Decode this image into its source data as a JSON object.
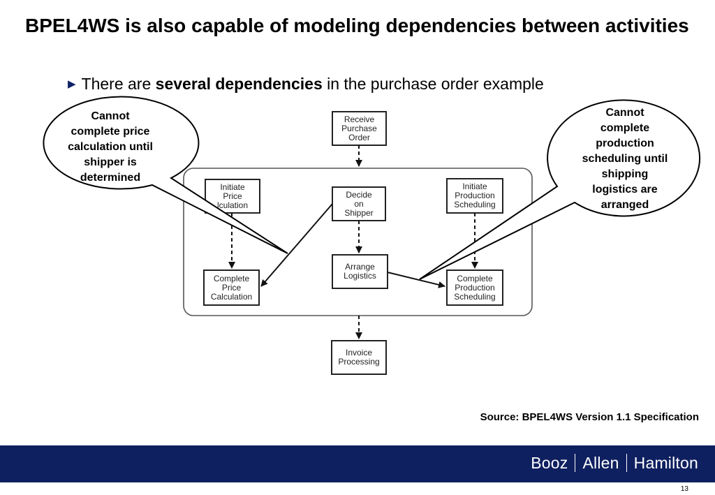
{
  "slide": {
    "title": "BPEL4WS is also capable of modeling dependencies between activities",
    "bullet": {
      "pre": "There are ",
      "bold": "several dependencies",
      "post": " in the purchase order example"
    },
    "source": "Source: BPEL4WS Version 1.1 Specification",
    "page_number": "13"
  },
  "diagram": {
    "boxes": {
      "receive": "Receive\nPurchase\nOrder",
      "initiate_price": "Initiate\nPrice\nlculation",
      "decide": "Decide\non\nShipper",
      "initiate_production": "Initiate\nProduction\nScheduling",
      "arrange": "Arrange\nLogistics",
      "complete_price": "Complete\nPrice\nCalculation",
      "complete_production": "Complete\nProduction\nScheduling",
      "invoice": "Invoice\nProcessing"
    },
    "callouts": {
      "left": "Cannot\ncomplete price\ncalculation until\nshipper is\ndetermined",
      "right": "Cannot\ncomplete\nproduction\nscheduling until\nshipping\nlogistics are\narranged"
    }
  },
  "footer": {
    "brand": [
      "Booz",
      "Allen",
      "Hamilton"
    ],
    "background": "#0f2060"
  }
}
